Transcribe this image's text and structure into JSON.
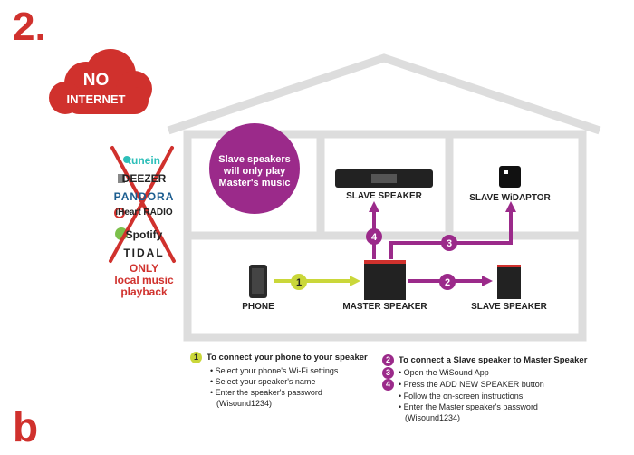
{
  "header": {
    "step_number": "2.",
    "panel_letter": "b"
  },
  "no_internet": {
    "line1": "NO",
    "line2": "INTERNET",
    "cloud_color": "#d0312d"
  },
  "services": {
    "items": [
      "tunein",
      "DEEZER",
      "PANDORA",
      "iHeart RADIO",
      "Spotify",
      "TIDAL"
    ],
    "note_line1": "ONLY",
    "note_line2": "local music",
    "note_line3": "playback"
  },
  "house": {
    "bubble_line1": "Slave speakers",
    "bubble_line2": "will only play",
    "bubble_line3": "Master's music",
    "labels": {
      "phone": "PHONE",
      "master": "MASTER SPEAKER",
      "slave_speaker_top": "SLAVE SPEAKER",
      "slave_widaptor": "SLAVE WiDAPTOR",
      "slave_speaker_right": "SLAVE SPEAKER"
    },
    "steps": {
      "s1": "1",
      "s2": "2",
      "s3": "3",
      "s4": "4"
    }
  },
  "instructions": {
    "left": {
      "badge": "1",
      "title": "To connect your phone to your speaker",
      "items": [
        "Select your phone's Wi-Fi settings",
        "Select your speaker's name",
        "Enter the speaker's password",
        "(Wisound1234)"
      ]
    },
    "right": {
      "badges": [
        "2",
        "3",
        "4"
      ],
      "title": "To connect a Slave speaker to Master Speaker",
      "items": [
        "Open the WiSound App",
        "Press the ADD NEW SPEAKER button",
        "Follow the on-screen instructions",
        "Enter the Master speaker's password",
        "(Wisound1234)"
      ]
    }
  },
  "colors": {
    "house_outline": "#dddddd",
    "green": "#cad73a",
    "purple": "#9b2a8a",
    "red": "#d0312d"
  }
}
